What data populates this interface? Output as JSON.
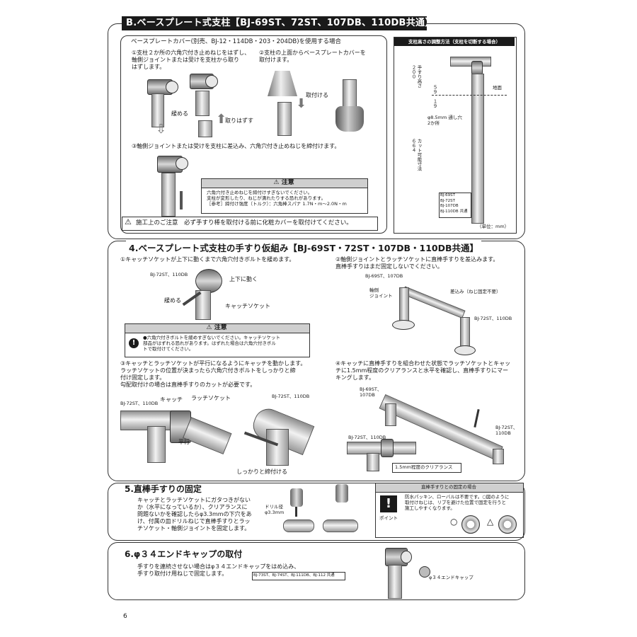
{
  "section_b": {
    "title": "B.ベースプレート式支柱【BJ-69ST、72ST、107DB、110DB共通】施工手順",
    "subtitle": "ベースプレートカバー(別売、BJ-12・114DB・203・204DB)を使用する場合",
    "step1": "①支柱２か所の六角穴付き止めねじをはずし、\n軸側ジョイントまたは受けを支柱から取り\nはずします。",
    "step2": "②支柱の上面からベースプレートカバーを\n取付けます。",
    "step3": "③軸側ジョイントまたは受けを支柱に差込み、六角穴付き止めねじを締付けます。",
    "lbl_loosen": "緩める",
    "lbl_remove": "取りはずす",
    "lbl_attach": "取付ける",
    "notice_title": "注意",
    "notice_body": "六角穴付き止めねじを締付けすぎないでください。\n支柱が変形したり、ねじが潰れたりする恐れがあります。\n［参考］締付け強度（トルク）：六角棒スパナ 1.7N・m〜2.0N・m",
    "caution_bar": "施工上のご注意　必ず手すり棒を取付ける前に化粧カバーを取付けてください。"
  },
  "height_panel": {
    "title": "支柱高さの調整方法（支柱を切断する場合）",
    "dim_handrail": "手すり高さ\n２００",
    "dim_59": "５９",
    "dim_19": "１９",
    "ground": "地面",
    "hole": "φ8.5mm 通し穴\n2か所",
    "cut_dim": "カット可能寸法\n６６４",
    "models": "BJ-69ST\nBJ-72ST\nBJ-107DB\nBJ-110DB 共通",
    "unit": "（単位：mm）"
  },
  "section_4": {
    "title": "4.ベースプレート式支柱の手すり仮組み【BJ-69ST・72ST・107DB・110DB共通】",
    "step1": "①キャッチソケットが上下に動くまで六角穴付きボルトを緩めます。",
    "step1_model": "BJ-72ST、110DB",
    "lbl_updown": "上下に動く",
    "lbl_loosen": "緩める",
    "lbl_catch_socket": "キャッチソケット",
    "notice_title": "注意",
    "notice_body": "●六角穴付きボルトを緩めすぎないでください。キャッチソケット\n部品がはずれる恐れがあります。はずれた場合は六角穴付きボル\nトで取付けてください。",
    "step2": "②軸側ジョイントとラッチソケットに直棒手すりを差込みます。\n直棒手すりはまだ固定しないでください。",
    "step2_model_a": "BJ-69ST、107DB",
    "step2_model_b": "BJ-72ST、110DB",
    "lbl_shaft_joint": "軸側\nジョイント",
    "lbl_insert": "差込み（ねじ固定不要）",
    "step3": "③キャッチとラッチソケットが平行になるようにキャッチを動かします。\nラッチソケットの位置が決まったら六角穴付きボルトをしっかりと締\n付け固定します。\n勾配取付けの場合は直棒手すりのカットが必要です。",
    "step3_model": "BJ-72ST、110DB",
    "step3_model2": "BJ-72ST、110DB",
    "lbl_catch": "キャッチ",
    "lbl_latch_socket": "ラッチソケット",
    "lbl_parallel": "平行",
    "lbl_tighten": "しっかりと締付ける",
    "step4": "④キャッチに直棒手すりを組合わせた状態でラッチソケットとキャッ\nチに1.5mm程度のクリアランスと水平を確認し、直棒手すりにマー\nキングします。",
    "step4_model_a": "BJ-69ST、\n107DB",
    "step4_model_b": "BJ-72ST、\n110DB",
    "step4_model_c": "BJ-72ST、110DB",
    "lbl_clearance": "1.5mm程度のクリアランス"
  },
  "section_5": {
    "title": "5.直棒手すりの固定",
    "body": "キャッチとラッチソケットにガタつきがない\nか（水平になっているか）、クリアランスに\n問題ないかを確認したらφ3.3mmの下穴をあ\nけ、付属の皿ドリルねじで直棒手すりとラッ\nチソケット・軸側ジョイントを固定します。",
    "drill": "ドリル径\nφ3.3mm",
    "point_title": "直棒手すりとの固定の場合",
    "point_label": "ポイント",
    "point_body": "防水パッキン、ローバルは不要です。○図のように\n取付けねじは、リブを避けた位置で固定を行うと\n施工しやすくなります。",
    "mark_good": "○",
    "mark_fair": "△"
  },
  "section_6": {
    "title": "6.φ３４エンドキャップの取付",
    "body": "手すりを連続させない場合はφ３４エンドキャップをはめ込み、\n手すり取付け用ねじで固定します。",
    "models": "BJ-73ST、BJ-74ST、BJ-111DB、BJ-112 共通",
    "end_cap": "φ３４エンドキャップ"
  },
  "page_number": "6"
}
